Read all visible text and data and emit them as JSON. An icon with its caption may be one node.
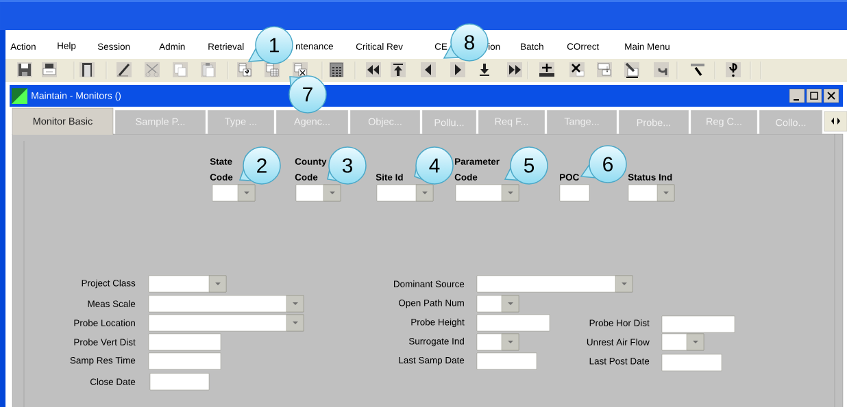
{
  "diagram": {
    "nodes": [
      {
        "text": [
          "1"
        ]
      },
      {
        "text": [
          "2"
        ]
      },
      {
        "text": [
          "3"
        ]
      },
      {
        "text": [
          "4"
        ]
      },
      {
        "text": [
          "5"
        ]
      },
      {
        "text": [
          "6"
        ]
      },
      {
        "text": [
          "7"
        ]
      },
      {
        "text": [
          "8"
        ]
      }
    ],
    "labels": [
      "Action",
      "Help",
      "Session",
      "Admin",
      "Retrieval",
      "ntenance",
      "Critical Rev",
      "CE",
      "ion",
      "Batch",
      "COrrect",
      "Main Menu",
      "Maintain - Monitors ()",
      "Monitor Basic",
      "Sample P...",
      "Type ...",
      "Agenc...",
      "Objec...",
      "Pollu...",
      "Req F...",
      "Tange...",
      "Probe...",
      "Reg C...",
      "Collo...",
      "State Code",
      "County Code",
      "Site Id",
      "Parameter Code",
      "POC",
      "Status Ind",
      "Project Class",
      "Dominant Source",
      "Meas Scale",
      "Open Path Num",
      "Probe Location",
      "Probe Height",
      "Probe Hor Dist",
      "Probe Vert Dist",
      "Surrogate Ind",
      "Unrest Air Flow",
      "Samp Res Time",
      "Last Samp Date",
      "Last Post Date",
      "Close Date"
    ]
  }
}
